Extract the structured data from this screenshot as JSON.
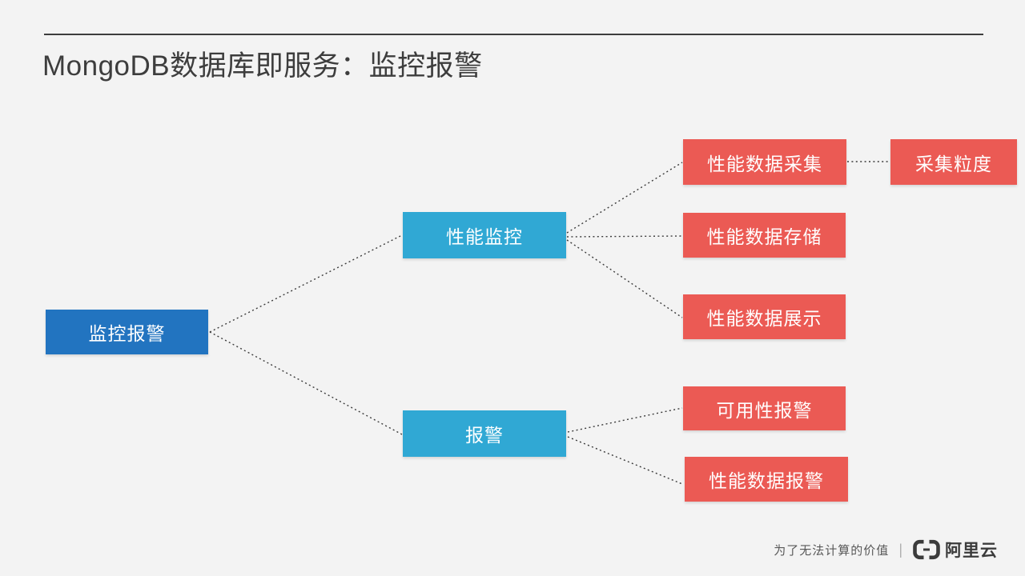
{
  "slide": {
    "title": "MongoDB数据库即服务：监控报警"
  },
  "colors": {
    "background": "#f3f3f3",
    "root_node_blue": "#2274c0",
    "branch_node_blue": "#30a8d4",
    "leaf_node_red": "#eb5a54",
    "connector": "#3b3b3b",
    "title_text": "#3d3d3d",
    "node_text": "#ffffff"
  },
  "diagram": {
    "root": {
      "label": "监控报警"
    },
    "branches": {
      "perf_monitor": {
        "label": "性能监控"
      },
      "alarm": {
        "label": "报警"
      }
    },
    "leaves": {
      "collect": {
        "label": "性能数据采集"
      },
      "granularity": {
        "label": "采集粒度"
      },
      "store": {
        "label": "性能数据存储"
      },
      "display": {
        "label": "性能数据展示"
      },
      "availability_alarm": {
        "label": "可用性报警"
      },
      "perf_data_alarm": {
        "label": "性能数据报警"
      }
    },
    "edges": [
      {
        "from": "监控报警",
        "to": "性能监控"
      },
      {
        "from": "监控报警",
        "to": "报警"
      },
      {
        "from": "性能监控",
        "to": "性能数据采集"
      },
      {
        "from": "性能监控",
        "to": "性能数据存储"
      },
      {
        "from": "性能监控",
        "to": "性能数据展示"
      },
      {
        "from": "性能数据采集",
        "to": "采集粒度"
      },
      {
        "from": "报警",
        "to": "可用性报警"
      },
      {
        "from": "报警",
        "to": "性能数据报警"
      }
    ],
    "connector_style": "dotted"
  },
  "footer": {
    "slogan": "为了无法计算的价值",
    "divider": "|",
    "brand": "阿里云",
    "logo_icon": "alibaba-cloud-brackets-icon"
  }
}
